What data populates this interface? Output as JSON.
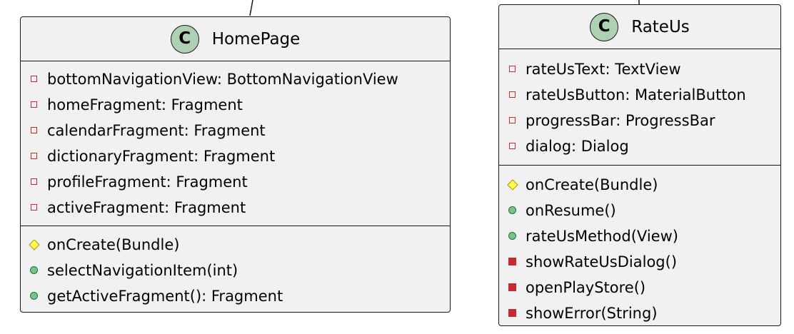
{
  "diagram": {
    "classes": [
      {
        "icon": "class-icon",
        "icon_letter": "C",
        "name": "HomePage",
        "fields": [
          {
            "visibility": "private",
            "text": "bottomNavigationView: BottomNavigationView"
          },
          {
            "visibility": "private",
            "text": "homeFragment: Fragment"
          },
          {
            "visibility": "private",
            "text": "calendarFragment: Fragment"
          },
          {
            "visibility": "private",
            "text": "dictionaryFragment: Fragment"
          },
          {
            "visibility": "private",
            "text": "profileFragment: Fragment"
          },
          {
            "visibility": "private",
            "text": "activeFragment: Fragment"
          }
        ],
        "methods": [
          {
            "visibility": "protected",
            "text": "onCreate(Bundle)"
          },
          {
            "visibility": "public",
            "text": "selectNavigationItem(int)"
          },
          {
            "visibility": "public",
            "text": "getActiveFragment(): Fragment"
          }
        ]
      },
      {
        "icon": "class-icon",
        "icon_letter": "C",
        "name": "RateUs",
        "fields": [
          {
            "visibility": "private",
            "text": "rateUsText: TextView"
          },
          {
            "visibility": "private",
            "text": "rateUsButton: MaterialButton"
          },
          {
            "visibility": "private",
            "text": "progressBar: ProgressBar"
          },
          {
            "visibility": "private",
            "text": "dialog: Dialog"
          }
        ],
        "methods": [
          {
            "visibility": "protected",
            "text": "onCreate(Bundle)"
          },
          {
            "visibility": "public",
            "text": "onResume()"
          },
          {
            "visibility": "public",
            "text": "rateUsMethod(View)"
          },
          {
            "visibility": "private",
            "text": "showRateUsDialog()"
          },
          {
            "visibility": "private",
            "text": "openPlayStore()"
          },
          {
            "visibility": "private",
            "text": "showError(String)"
          }
        ]
      }
    ],
    "colors": {
      "class_background": "#f1f1f1",
      "border": "#181818",
      "class_icon": "#ADD1B2",
      "private": "#C82930",
      "public_fill": "#84BE84",
      "public_border": "#038048",
      "protected_fill": "#FFFF44",
      "protected_border": "#B38D22"
    }
  }
}
